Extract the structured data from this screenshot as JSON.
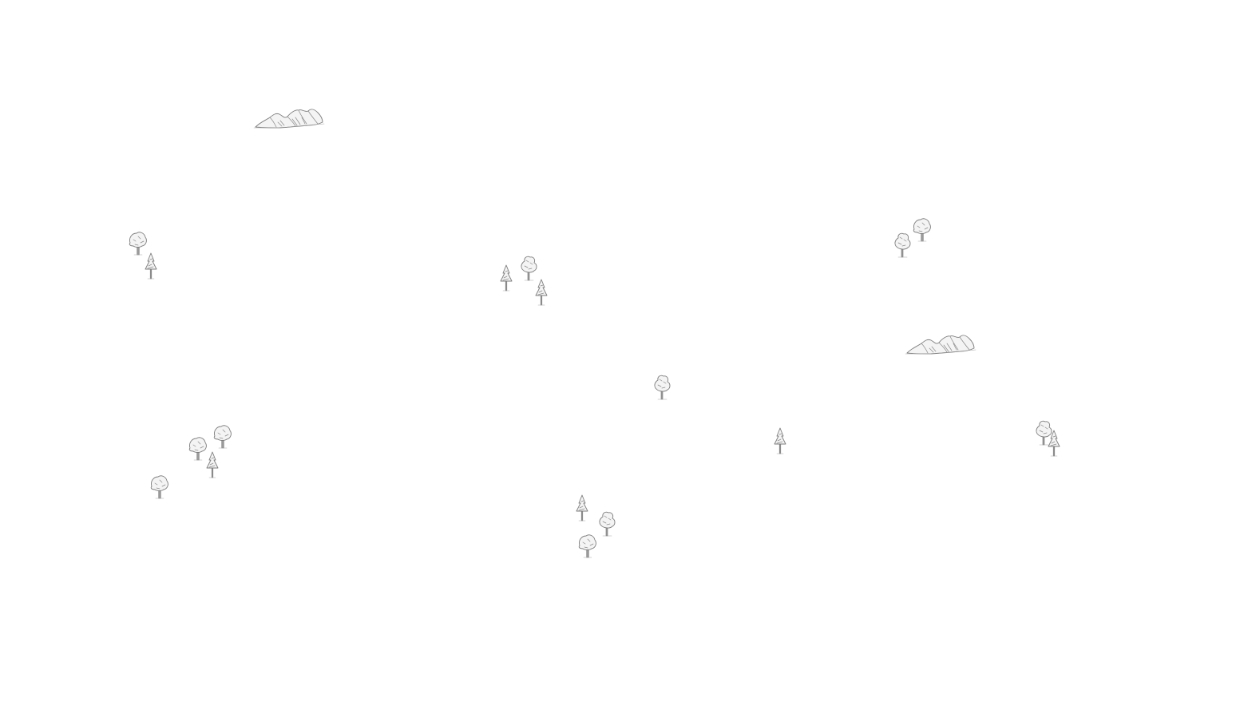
{
  "map": {
    "background": "#ffffff",
    "ink": "#7d7d7d",
    "features": [
      {
        "type": "mountain",
        "icon": "mountain-range-icon"
      },
      {
        "type": "mountain",
        "icon": "mountain-range-icon"
      },
      {
        "type": "trees",
        "icon": "tree-cluster-icon",
        "count": 2
      },
      {
        "type": "trees",
        "icon": "tree-cluster-icon",
        "count": 3
      },
      {
        "type": "trees",
        "icon": "tree-cluster-icon",
        "count": 2
      },
      {
        "type": "trees",
        "icon": "tree-icon",
        "count": 1
      },
      {
        "type": "trees",
        "icon": "tree-icon",
        "count": 1
      },
      {
        "type": "trees",
        "icon": "tree-cluster-icon",
        "count": 2
      },
      {
        "type": "trees",
        "icon": "tree-cluster-icon",
        "count": 4
      },
      {
        "type": "trees",
        "icon": "tree-cluster-icon",
        "count": 3
      }
    ]
  }
}
